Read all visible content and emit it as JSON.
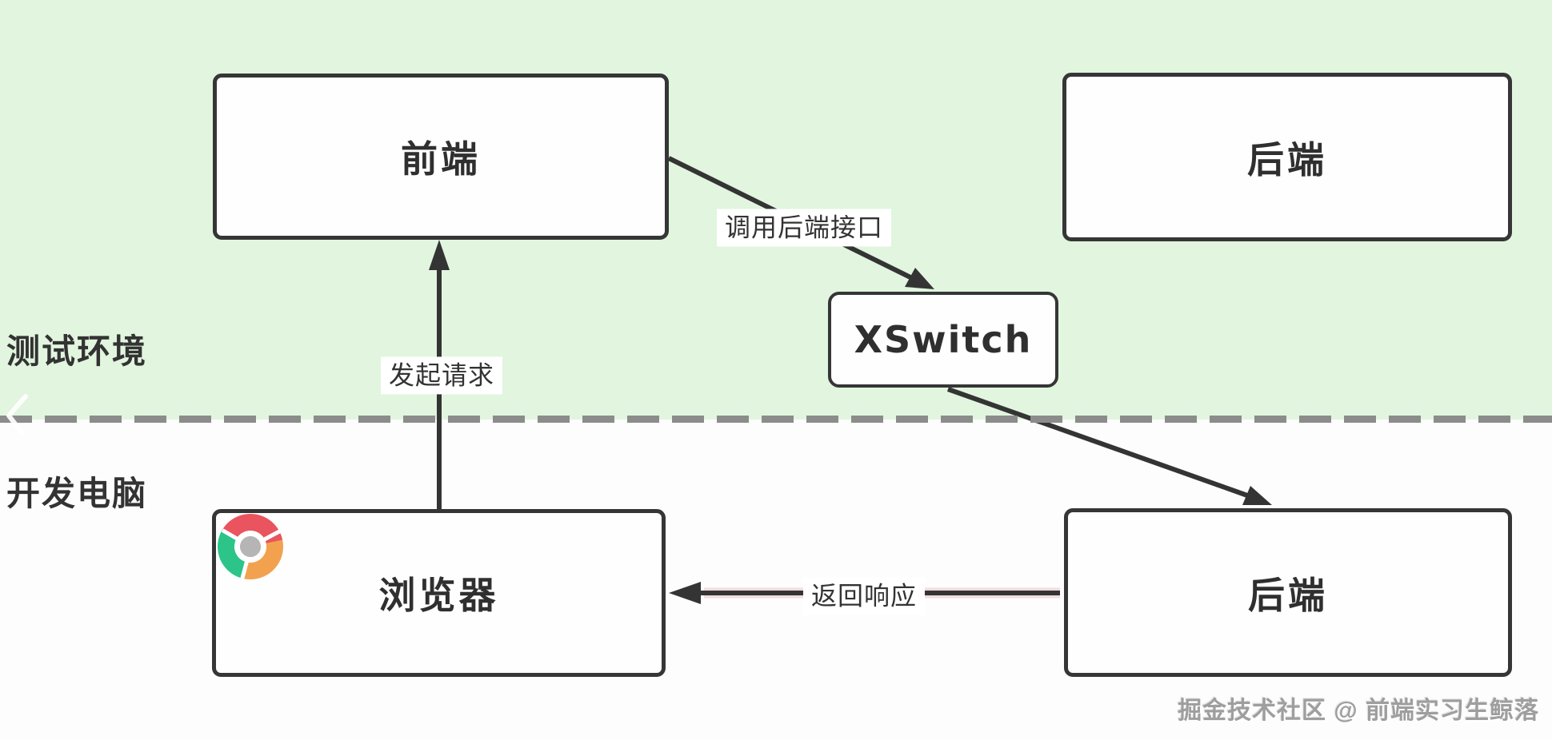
{
  "diagram": {
    "zones": {
      "test": {
        "label": "测试环境"
      },
      "dev": {
        "label": "开发电脑"
      }
    },
    "nodes": {
      "frontend": {
        "label": "前端"
      },
      "backend_test": {
        "label": "后端"
      },
      "xswitch": {
        "label": "XSwitch"
      },
      "browser": {
        "label": "浏览器"
      },
      "backend_dev": {
        "label": "后端"
      }
    },
    "edges": {
      "request": {
        "label": "发起请求",
        "from": "浏览器",
        "to": "前端"
      },
      "call_api": {
        "label": "调用后端接口",
        "from": "前端",
        "to": "XSwitch"
      },
      "forward": {
        "label": "",
        "from": "XSwitch",
        "to": "后端"
      },
      "response": {
        "label": "返回响应",
        "from": "后端",
        "to": "浏览器"
      }
    },
    "icons": {
      "browser_logo": "chrome-browser-icon",
      "nav": "chevron-left-icon"
    }
  },
  "watermark": {
    "text": "掘金技术社区 @ 前端实习生鲸落"
  },
  "colors": {
    "zone_test_bg": "#e1f5df",
    "zone_dev_bg": "#fdfdfd",
    "box_border": "#363636",
    "box_fill": "#fefefe",
    "arrow": "#343434",
    "divider": "#8c8c8c",
    "label_text": "#333333",
    "chrome_red": "#e9545f",
    "chrome_orange": "#f2a24f",
    "chrome_green": "#2cc489",
    "chrome_hub": "#b5b5b5",
    "watermark_gray": "#9e9e9e"
  }
}
